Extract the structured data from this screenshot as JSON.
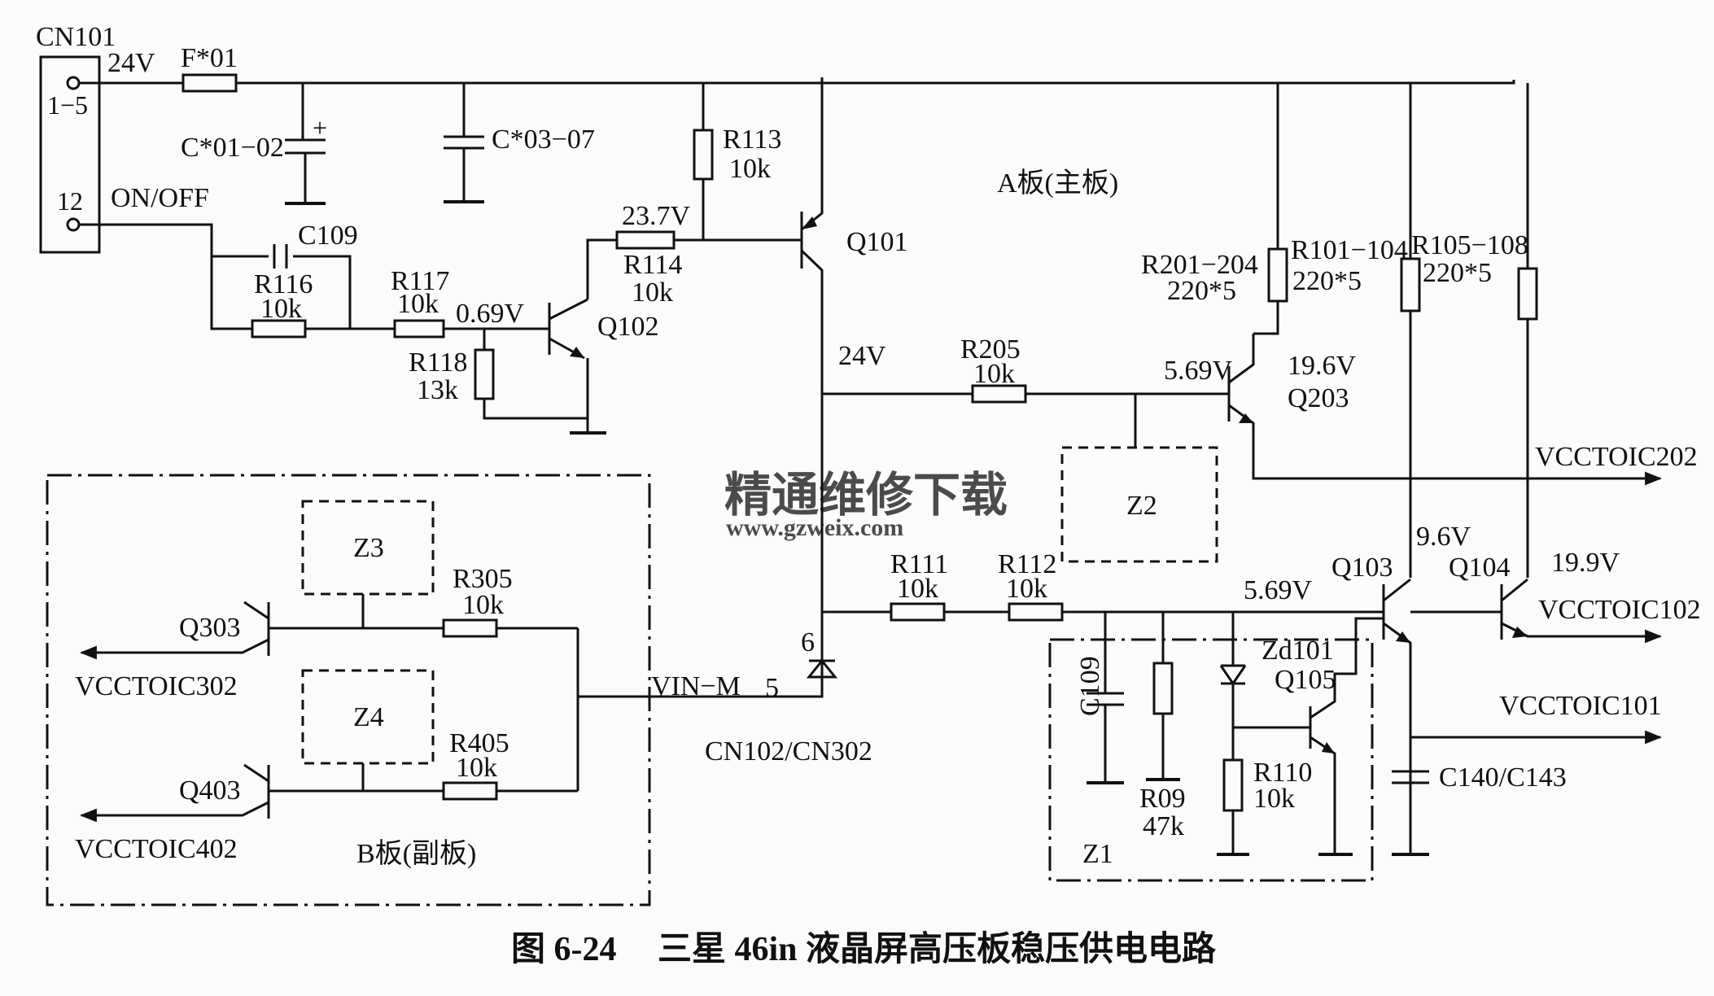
{
  "connectors": {
    "cn101": "CN101",
    "cn101_pin_a": "1−5",
    "cn101_pin_b": "12",
    "supply_24v": "24V",
    "on_off": "ON/OFF",
    "cn102": "CN102/CN302",
    "vin_m": "VIN−M",
    "pin5": "5",
    "pin6": "6"
  },
  "components": {
    "fuse": "F*01",
    "c01_02": "C*01−02",
    "c03_07": "C*03−07",
    "cap_plus": "+",
    "c109": "C109",
    "c109_z1": "C109",
    "r116_name": "R116",
    "r116_val": "10k",
    "r117_name": "R117",
    "r117_val": "10k",
    "r118_name": "R118",
    "r118_val": "13k",
    "r113_name": "R113",
    "r113_val": "10k",
    "r114_name": "R114",
    "r114_val": "10k",
    "r205_name": "R205",
    "r205_val": "10k",
    "r111_name": "R111",
    "r111_val": "10k",
    "r112_name": "R112",
    "r112_val": "10k",
    "r201_name": "R201−204",
    "r201_val": "220*5",
    "r101_name": "R101−104",
    "r101_val": "220*5",
    "r105_name": "R105−108",
    "r105_val": "220*5",
    "r09_name": "R09",
    "r09_val": "47k",
    "r110_name": "R110",
    "r110_val": "10k",
    "r305_name": "R305",
    "r305_val": "10k",
    "r405_name": "R405",
    "r405_val": "10k",
    "zd101": "Zd101",
    "c140": "C140/C143",
    "q101": "Q101",
    "q102": "Q102",
    "q103": "Q103",
    "q104": "Q104",
    "q105": "Q105",
    "q203": "Q203",
    "q303": "Q303",
    "q403": "Q403"
  },
  "voltages": {
    "v23_7": "23.7V",
    "v0_69": "0.69V",
    "v24": "24V",
    "v5_69_top": "5.69V",
    "v19_6": "19.6V",
    "v5_69_bot": "5.69V",
    "v9_6": "9.6V",
    "v19_9": "19.9V"
  },
  "outputs": {
    "ic202": "VCCTOIC202",
    "ic102": "VCCTOIC102",
    "ic101": "VCCTOIC101",
    "ic302": "VCCTOIC302",
    "ic402": "VCCTOIC402"
  },
  "blocks": {
    "z1": "Z1",
    "z2": "Z2",
    "z3": "Z3",
    "z4": "Z4",
    "board_a": "A板(主板)",
    "board_b": "B板(副板)"
  },
  "watermark": {
    "cn": "精通维修下载",
    "url": "www.gzweix.com"
  },
  "caption": {
    "number": "图 6-24",
    "title": "三星 46in 液晶屏高压板稳压供电电路"
  }
}
